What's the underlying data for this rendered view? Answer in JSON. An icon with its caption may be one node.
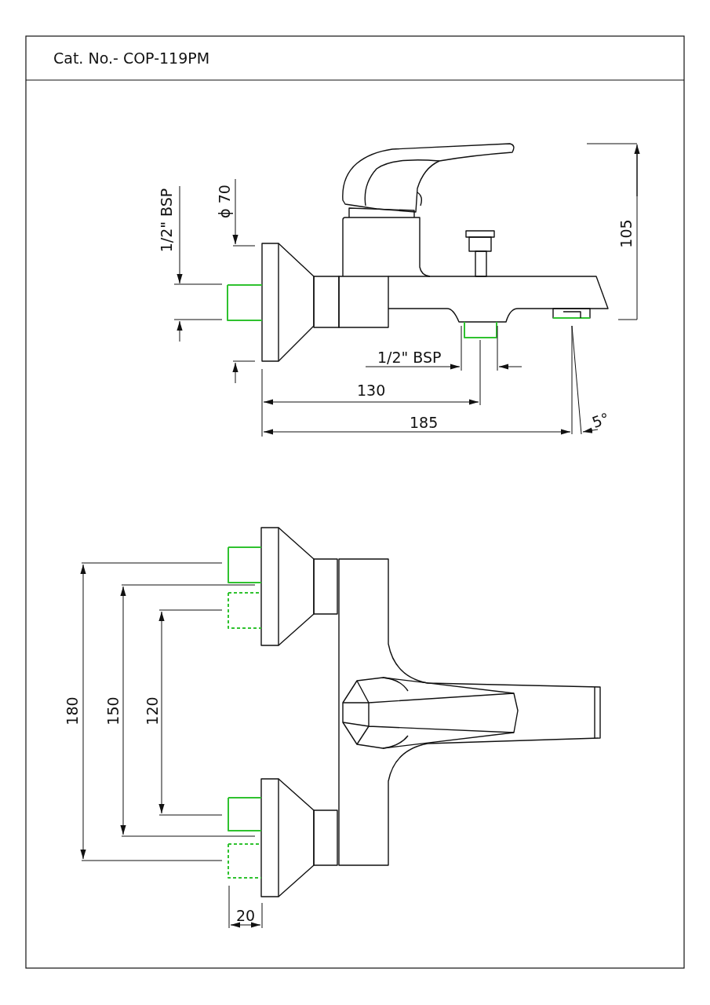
{
  "diagram": {
    "title": "Cat. No.- COP-119PM",
    "labels": [
      "1/2\" BSP",
      "ϕ 70",
      "105",
      "1/2\" BSP",
      "130",
      "185",
      "5°",
      "180",
      "150",
      "120",
      "20"
    ]
  }
}
